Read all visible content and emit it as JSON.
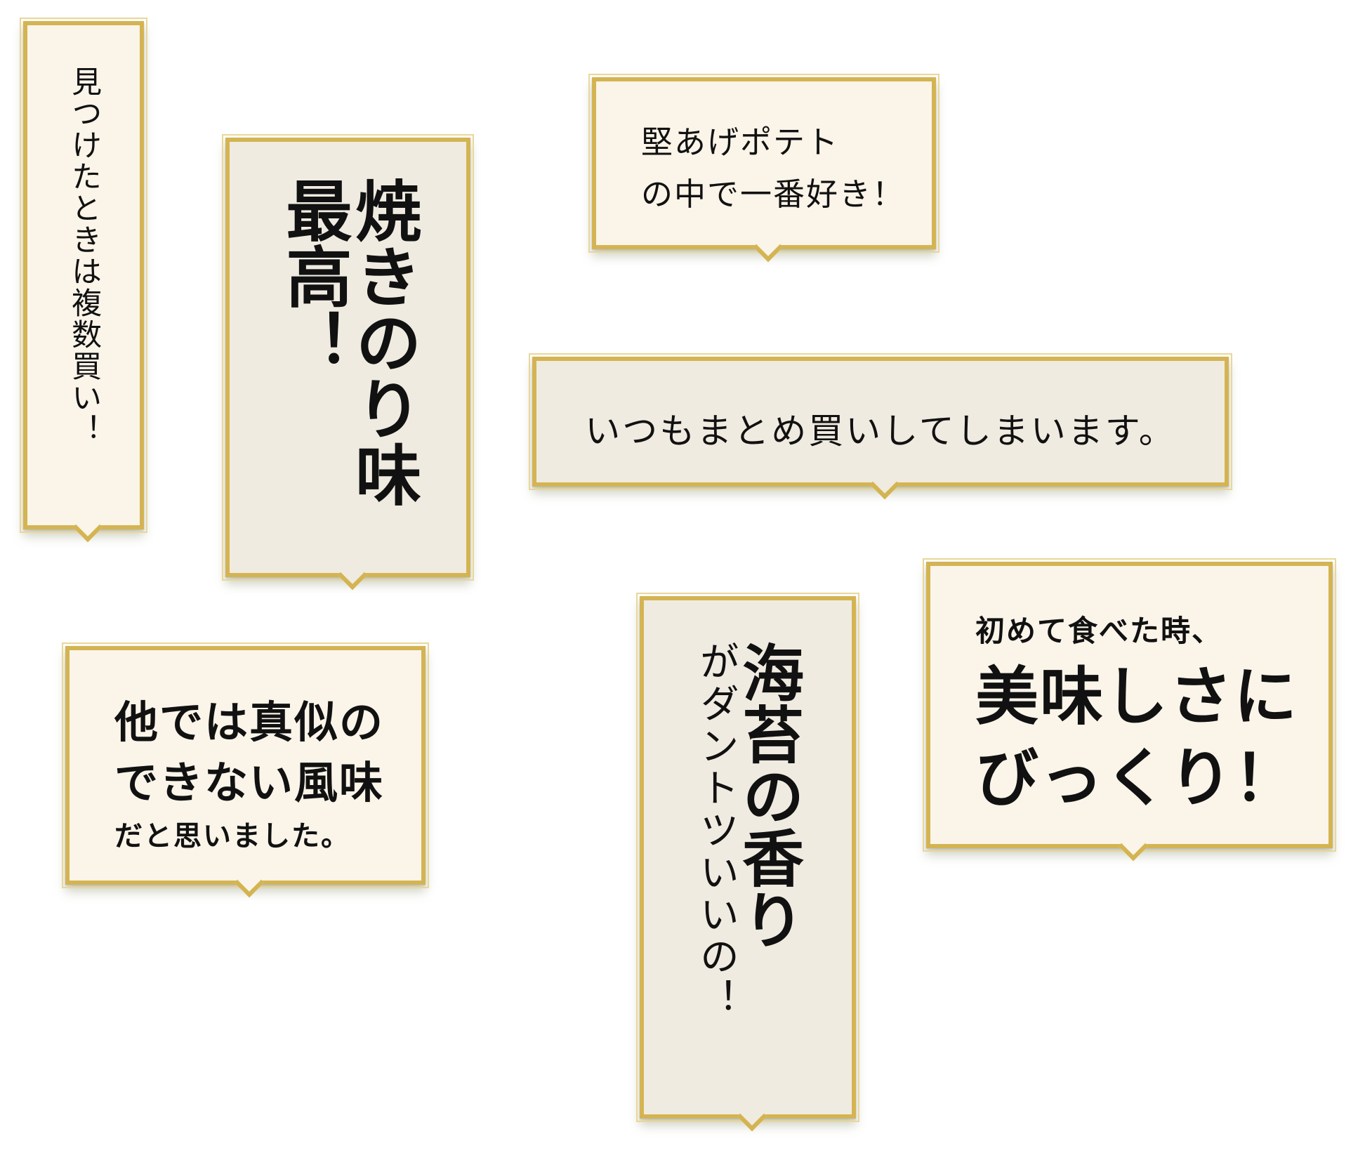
{
  "bubbles": {
    "b1": {
      "text": "見つけたときは複数買い！"
    },
    "b2": {
      "col1": "焼きのり味",
      "col2": "最高！"
    },
    "b3": {
      "line1": "堅あげポテト",
      "line2": "の中で一番好き！"
    },
    "b4": {
      "text": "いつもまとめ買いしてしまいます。"
    },
    "b5": {
      "line1": "他では真似の",
      "line2": "できない風味",
      "line3": "だと思いました。"
    },
    "b6": {
      "col1": "海苔の香り",
      "col2": "がダントツいいの！"
    },
    "b7": {
      "line1": "初めて食べた時、",
      "line2": "美味しさに",
      "line3": "びっくり！"
    }
  },
  "colors": {
    "border": "#d4b452",
    "bubble_light": "#faf4e9",
    "bubble_grey": "#f0ebe1"
  }
}
